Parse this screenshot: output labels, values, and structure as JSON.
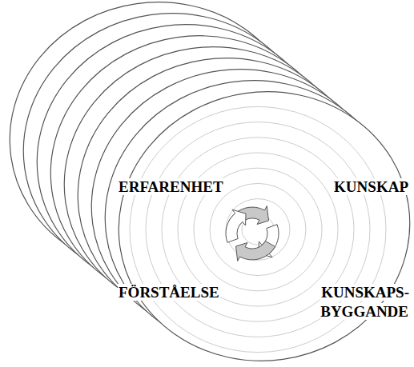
{
  "diagram": {
    "labels": [
      "ERFARENHET",
      "KUNSKAP",
      "FÖRSTÅELSE",
      "KUNSKAPS- BYGGANDE"
    ]
  }
}
